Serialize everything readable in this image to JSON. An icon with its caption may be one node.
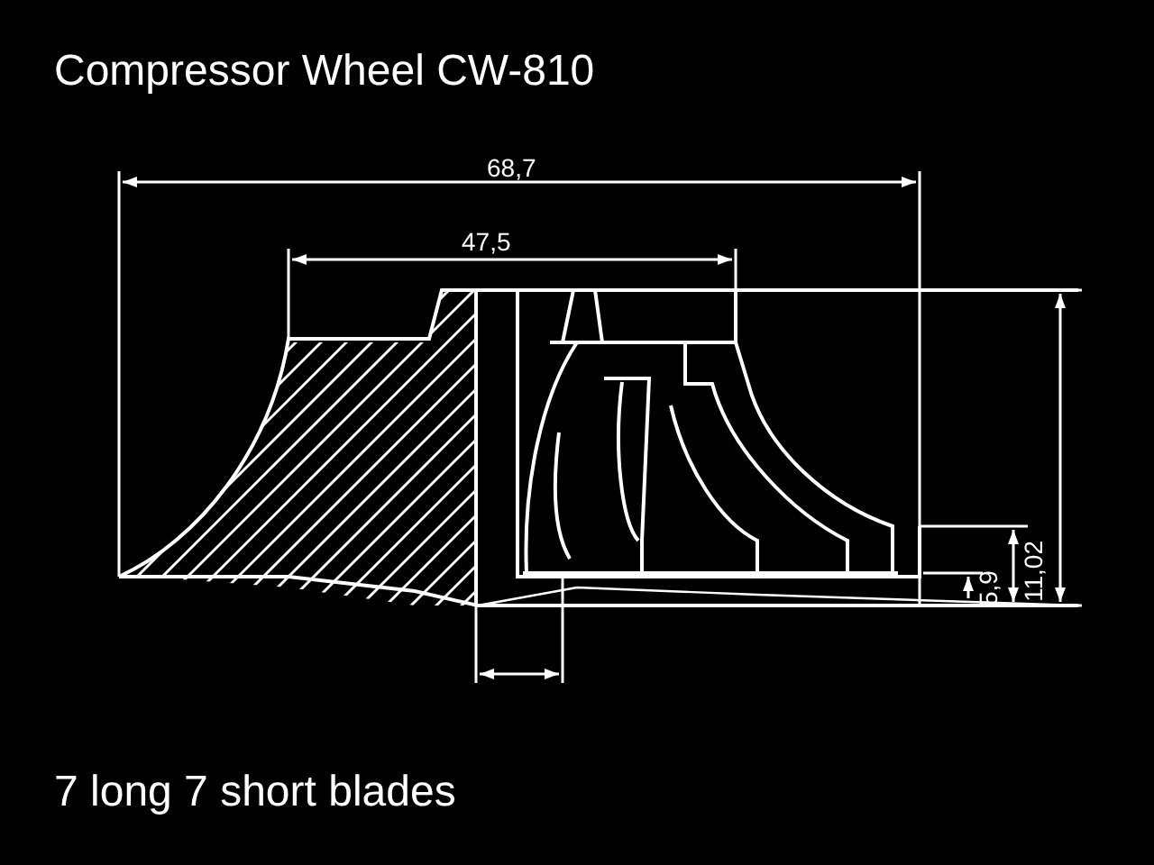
{
  "diagram": {
    "title": "Compressor Wheel CW-810",
    "caption": "7 long 7 short blades",
    "labels": [
      "68,7",
      "47,5",
      "5,9",
      "11,02"
    ]
  }
}
